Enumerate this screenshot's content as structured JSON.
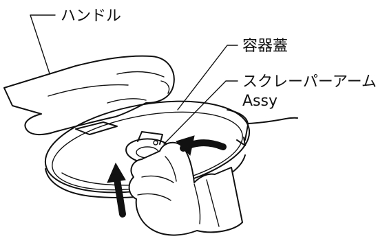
{
  "callouts": {
    "handle": "ハンドル",
    "lid": "容器蓋",
    "arm_line1": "スクレーパーアーム",
    "arm_line2": "Assy"
  },
  "icons": {
    "rotate_arrow": "curved-arrow-right",
    "lift_arrow": "arrow-up"
  },
  "colors": {
    "line": "#111111",
    "background": "#ffffff"
  }
}
